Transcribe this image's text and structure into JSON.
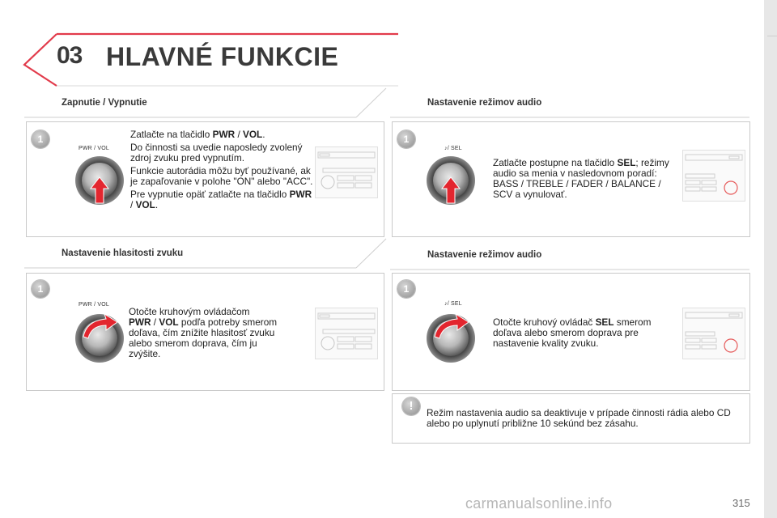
{
  "header": {
    "chapter_number": "03",
    "title": "HLAVNÉ FUNKCIE"
  },
  "sections": {
    "power": {
      "title": "Zapnutie / Vypnutie",
      "step": "1",
      "knob_label": "PWR / VOL",
      "p1_pre": "Zatlačte na tlačidlo ",
      "p1_b1": "PWR",
      "p1_sep": " / ",
      "p1_b2": "VOL",
      "p1_post": ".",
      "p2": "Do činnosti sa uvedie naposledy zvolený zdroj zvuku pred vypnutím.",
      "p3": "Funkcie autorádia môžu byť používané, ak je zapaľovanie v polohe \"ON\" alebo \"ACC\".",
      "p4_pre": "Pre vypnutie opäť zatlačte na tlačidlo ",
      "p4_b1": "PWR",
      "p4_sep": " / ",
      "p4_b2": "VOL",
      "p4_post": "."
    },
    "volume": {
      "title": "Nastavenie hlasitosti zvuku",
      "step": "1",
      "knob_label": "PWR / VOL",
      "l1": "Otočte kruhovým ovládačom",
      "b1": "PWR",
      "sep": " / ",
      "b2": "VOL",
      "rest": " podľa potreby smerom doľava, čím znížite hlasitosť zvuku alebo smerom doprava, čím ju zvýšite."
    },
    "audio1": {
      "title": "Nastavenie režimov audio",
      "step": "1",
      "knob_label": "♪/ SEL",
      "pre": "Zatlačte postupne na tlačidlo ",
      "b1": "SEL",
      "rest": "; režimy audio sa menia v nasledovnom poradí: BASS / TREBLE / FADER / BALANCE / SCV a vynulovať."
    },
    "audio2": {
      "title": "Nastavenie režimov audio",
      "step": "1",
      "knob_label": "♪/ SEL",
      "pre": "Otočte kruhový ovládač ",
      "b1": "SEL",
      "rest": " smerom doľava alebo smerom doprava pre nastavenie kvality zvuku."
    },
    "warning": {
      "symbol": "!",
      "text": "Režim nastavenia audio sa deaktivuje v prípade činnosti rádia alebo CD alebo po uplynutí približne 10 sekúnd bez zásahu."
    }
  },
  "footer": {
    "page_number": "315",
    "watermark": "carmanualsonline.info"
  },
  "colors": {
    "accent_red": "#d62a3a",
    "title_gray": "#3a3a3a",
    "border": "#c9c9c9"
  }
}
